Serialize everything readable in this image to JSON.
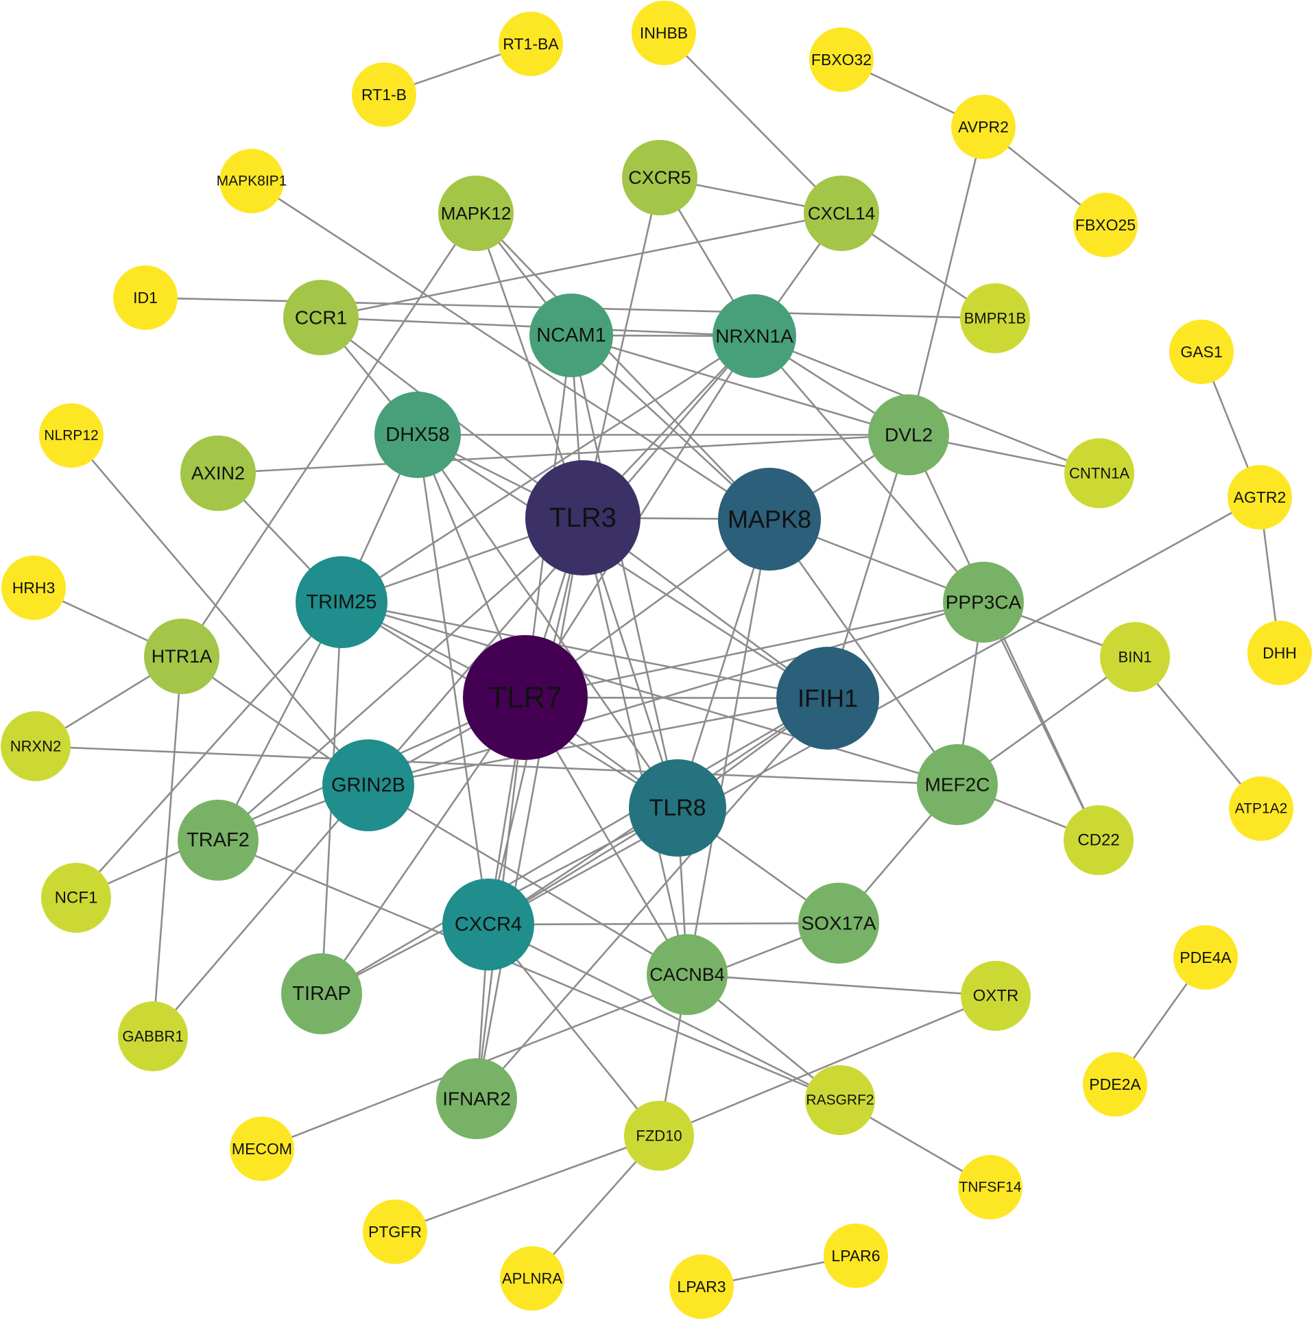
{
  "nodes": [
    {
      "id": "TLR7",
      "label": "TLR7",
      "color": "#440154"
    },
    {
      "id": "TLR3",
      "label": "TLR3",
      "color": "#3b3166"
    },
    {
      "id": "MAPK8",
      "label": "MAPK8",
      "color": "#2b5f7a"
    },
    {
      "id": "IFIH1",
      "label": "IFIH1",
      "color": "#2a6079"
    },
    {
      "id": "TLR8",
      "label": "TLR8",
      "color": "#24737f"
    },
    {
      "id": "TRIM25",
      "label": "TRIM25",
      "color": "#1f8e8c"
    },
    {
      "id": "GRIN2B",
      "label": "GRIN2B",
      "color": "#1f8e8c"
    },
    {
      "id": "CXCR4",
      "label": "CXCR4",
      "color": "#1f8e8c"
    },
    {
      "id": "NCAM1",
      "label": "NCAM1",
      "color": "#48a07a"
    },
    {
      "id": "NRXN1A",
      "label": "NRXN1A",
      "color": "#48a07a"
    },
    {
      "id": "DHX58",
      "label": "DHX58",
      "color": "#48a07a"
    },
    {
      "id": "DVL2",
      "label": "DVL2",
      "color": "#78b266"
    },
    {
      "id": "PPP3CA",
      "label": "PPP3CA",
      "color": "#78b266"
    },
    {
      "id": "MEF2C",
      "label": "MEF2C",
      "color": "#78b266"
    },
    {
      "id": "TRAF2",
      "label": "TRAF2",
      "color": "#78b266"
    },
    {
      "id": "SOX17A",
      "label": "SOX17A",
      "color": "#78b266"
    },
    {
      "id": "CACNB4",
      "label": "CACNB4",
      "color": "#78b266"
    },
    {
      "id": "TIRAP",
      "label": "TIRAP",
      "color": "#78b266"
    },
    {
      "id": "IFNAR2",
      "label": "IFNAR2",
      "color": "#78b266"
    },
    {
      "id": "MAPK12",
      "label": "MAPK12",
      "color": "#a3c548"
    },
    {
      "id": "CXCR5",
      "label": "CXCR5",
      "color": "#a3c548"
    },
    {
      "id": "CXCL14",
      "label": "CXCL14",
      "color": "#a3c548"
    },
    {
      "id": "CCR1",
      "label": "CCR1",
      "color": "#a3c548"
    },
    {
      "id": "AXIN2",
      "label": "AXIN2",
      "color": "#a3c548"
    },
    {
      "id": "HTR1A",
      "label": "HTR1A",
      "color": "#a3c548"
    },
    {
      "id": "BMPR1B",
      "label": "BMPR1B",
      "color": "#ccd935"
    },
    {
      "id": "CNTN1A",
      "label": "CNTN1A",
      "color": "#ccd935"
    },
    {
      "id": "BIN1",
      "label": "BIN1",
      "color": "#ccd935"
    },
    {
      "id": "CD22",
      "label": "CD22",
      "color": "#ccd935"
    },
    {
      "id": "OXTR",
      "label": "OXTR",
      "color": "#ccd935"
    },
    {
      "id": "RASGRF2",
      "label": "RASGRF2",
      "color": "#ccd935"
    },
    {
      "id": "FZD10",
      "label": "FZD10",
      "color": "#ccd935"
    },
    {
      "id": "GABBR1",
      "label": "GABBR1",
      "color": "#ccd935"
    },
    {
      "id": "NCF1",
      "label": "NCF1",
      "color": "#ccd935"
    },
    {
      "id": "NRXN2",
      "label": "NRXN2",
      "color": "#ccd935"
    },
    {
      "id": "RT1-BA",
      "label": "RT1-BA",
      "color": "#fde725"
    },
    {
      "id": "RT1-B",
      "label": "RT1-B",
      "color": "#fde725"
    },
    {
      "id": "INHBB",
      "label": "INHBB",
      "color": "#fde725"
    },
    {
      "id": "FBXO32",
      "label": "FBXO32",
      "color": "#fde725"
    },
    {
      "id": "AVPR2",
      "label": "AVPR2",
      "color": "#fde725"
    },
    {
      "id": "FBXO25",
      "label": "FBXO25",
      "color": "#fde725"
    },
    {
      "id": "MAPK8IP1",
      "label": "MAPK8IP1",
      "color": "#fde725"
    },
    {
      "id": "ID1",
      "label": "ID1",
      "color": "#fde725"
    },
    {
      "id": "GAS1",
      "label": "GAS1",
      "color": "#fde725"
    },
    {
      "id": "NLRP12",
      "label": "NLRP12",
      "color": "#fde725"
    },
    {
      "id": "AGTR2",
      "label": "AGTR2",
      "color": "#fde725"
    },
    {
      "id": "HRH3",
      "label": "HRH3",
      "color": "#fde725"
    },
    {
      "id": "DHH",
      "label": "DHH",
      "color": "#fde725"
    },
    {
      "id": "ATP1A2",
      "label": "ATP1A2",
      "color": "#fde725"
    },
    {
      "id": "PDE4A",
      "label": "PDE4A",
      "color": "#fde725"
    },
    {
      "id": "PDE2A",
      "label": "PDE2A",
      "color": "#fde725"
    },
    {
      "id": "MECOM",
      "label": "MECOM",
      "color": "#fde725"
    },
    {
      "id": "TNFSF14",
      "label": "TNFSF14",
      "color": "#fde725"
    },
    {
      "id": "PTGFR",
      "label": "PTGFR",
      "color": "#fde725"
    },
    {
      "id": "APLNRA",
      "label": "APLNRA",
      "color": "#fde725"
    },
    {
      "id": "LPAR6",
      "label": "LPAR6",
      "color": "#fde725"
    },
    {
      "id": "LPAR3",
      "label": "LPAR3",
      "color": "#fde725"
    }
  ],
  "edges": [
    [
      "RT1-BA",
      "RT1-B"
    ],
    [
      "INHBB",
      "CXCL14"
    ],
    [
      "FBXO32",
      "AVPR2"
    ],
    [
      "AVPR2",
      "FBXO25"
    ],
    [
      "AVPR2",
      "DVL2"
    ],
    [
      "MAPK8IP1",
      "MAPK8"
    ],
    [
      "ID1",
      "BMPR1B"
    ],
    [
      "GAS1",
      "AGTR2"
    ],
    [
      "AGTR2",
      "DHH"
    ],
    [
      "AGTR2",
      "CXCR4"
    ],
    [
      "NLRP12",
      "GRIN2B"
    ],
    [
      "HRH3",
      "HTR1A"
    ],
    [
      "HTR1A",
      "NRXN2"
    ],
    [
      "HTR1A",
      "GABBR1"
    ],
    [
      "HTR1A",
      "GRIN2B"
    ],
    [
      "HTR1A",
      "MAPK12"
    ],
    [
      "NRXN2",
      "MEF2C"
    ],
    [
      "BIN1",
      "ATP1A2"
    ],
    [
      "BIN1",
      "MEF2C"
    ],
    [
      "PDE4A",
      "PDE2A"
    ],
    [
      "LPAR3",
      "LPAR6"
    ],
    [
      "MECOM",
      "SOX17A"
    ],
    [
      "TNFSF14",
      "RASGRF2"
    ],
    [
      "PTGFR",
      "FZD10"
    ],
    [
      "APLNRA",
      "FZD10"
    ],
    [
      "FZD10",
      "OXTR"
    ],
    [
      "FZD10",
      "CXCR4"
    ],
    [
      "FZD10",
      "MAPK8"
    ],
    [
      "GABBR1",
      "GRIN2B"
    ],
    [
      "NCF1",
      "TRIM25"
    ],
    [
      "NCF1",
      "TLR7"
    ],
    [
      "TRAF2",
      "TRIM25"
    ],
    [
      "TRAF2",
      "TLR3"
    ],
    [
      "TRAF2",
      "GRIN2B"
    ],
    [
      "TRAF2",
      "RASGRF2"
    ],
    [
      "TIRAP",
      "TLR7"
    ],
    [
      "TIRAP",
      "TLR8"
    ],
    [
      "TIRAP",
      "TRIM25"
    ],
    [
      "TIRAP",
      "IFIH1"
    ],
    [
      "IFNAR2",
      "TLR3"
    ],
    [
      "IFNAR2",
      "TLR7"
    ],
    [
      "IFNAR2",
      "IFIH1"
    ],
    [
      "CACNB4",
      "OXTR"
    ],
    [
      "CACNB4",
      "RASGRF2"
    ],
    [
      "CACNB4",
      "TLR3"
    ],
    [
      "CACNB4",
      "TLR7"
    ],
    [
      "CXCR4",
      "SOX17A"
    ],
    [
      "CXCR4",
      "TLR3"
    ],
    [
      "CXCR4",
      "TLR7"
    ],
    [
      "CXCR4",
      "TLR8"
    ],
    [
      "CXCR4",
      "IFIH1"
    ],
    [
      "CXCR4",
      "RASGRF2"
    ],
    [
      "CXCR4",
      "DHX58"
    ],
    [
      "GRIN2B",
      "PPP3CA"
    ],
    [
      "GRIN2B",
      "CACNB4"
    ],
    [
      "GRIN2B",
      "NRXN1A"
    ],
    [
      "TRIM25",
      "NRXN1A"
    ],
    [
      "TRIM25",
      "IFIH1"
    ],
    [
      "TRIM25",
      "TLR3"
    ],
    [
      "TRIM25",
      "AXIN2"
    ],
    [
      "AXIN2",
      "DVL2"
    ],
    [
      "DHX58",
      "TLR3"
    ],
    [
      "DHX58",
      "TLR7"
    ],
    [
      "DHX58",
      "TLR8"
    ],
    [
      "DHX58",
      "TRIM25"
    ],
    [
      "DHX58",
      "IFIH1"
    ],
    [
      "CCR1",
      "CXCL14"
    ],
    [
      "CCR1",
      "DHX58"
    ],
    [
      "CCR1",
      "TLR3"
    ],
    [
      "CCR1",
      "NRXN1A"
    ],
    [
      "MAPK12",
      "NCAM1"
    ],
    [
      "MAPK12",
      "TLR3"
    ],
    [
      "MAPK12",
      "MAPK8"
    ],
    [
      "CXCR5",
      "CXCL14"
    ],
    [
      "CXCR5",
      "NRXN1A"
    ],
    [
      "CXCR5",
      "TLR3"
    ],
    [
      "CXCL14",
      "BMPR1B"
    ],
    [
      "CXCL14",
      "NRXN1A"
    ],
    [
      "NCAM1",
      "NRXN1A"
    ],
    [
      "NCAM1",
      "TLR7"
    ],
    [
      "NCAM1",
      "TLR3"
    ],
    [
      "NCAM1",
      "MAPK8"
    ],
    [
      "NCAM1",
      "DVL2"
    ],
    [
      "NCAM1",
      "TLR8"
    ],
    [
      "NRXN1A",
      "TLR3"
    ],
    [
      "NRXN1A",
      "CNTN1A"
    ],
    [
      "NRXN1A",
      "DVL2"
    ],
    [
      "NRXN1A",
      "PPP3CA"
    ],
    [
      "NRXN1A",
      "TLR7"
    ],
    [
      "DVL2",
      "MAPK8"
    ],
    [
      "DVL2",
      "CNTN1A"
    ],
    [
      "DVL2",
      "IFIH1"
    ],
    [
      "DVL2",
      "DHX58"
    ],
    [
      "DVL2",
      "CD22"
    ],
    [
      "TLR3",
      "TLR7"
    ],
    [
      "TLR3",
      "MAPK8"
    ],
    [
      "TLR3",
      "TLR8"
    ],
    [
      "TLR3",
      "IFIH1"
    ],
    [
      "TLR7",
      "MAPK8"
    ],
    [
      "TLR7",
      "IFIH1"
    ],
    [
      "TLR7",
      "TLR8"
    ],
    [
      "TLR7",
      "TRIM25"
    ],
    [
      "TLR7",
      "GRIN2B"
    ],
    [
      "MAPK8",
      "TLR8"
    ],
    [
      "MAPK8",
      "PPP3CA"
    ],
    [
      "MAPK8",
      "MEF2C"
    ],
    [
      "IFIH1",
      "TLR8"
    ],
    [
      "IFIH1",
      "GRIN2B"
    ],
    [
      "TLR8",
      "SOX17A"
    ],
    [
      "TLR8",
      "TRIM25"
    ],
    [
      "PPP3CA",
      "MEF2C"
    ],
    [
      "PPP3CA",
      "CD22"
    ],
    [
      "PPP3CA",
      "TLR7"
    ],
    [
      "PPP3CA",
      "BIN1"
    ],
    [
      "MEF2C",
      "CD22"
    ],
    [
      "MEF2C",
      "SOX17A"
    ],
    [
      "MEF2C",
      "TRIM25"
    ],
    [
      "TLR8",
      "CACNB4"
    ],
    [
      "IFNAR2",
      "CXCR4"
    ]
  ]
}
